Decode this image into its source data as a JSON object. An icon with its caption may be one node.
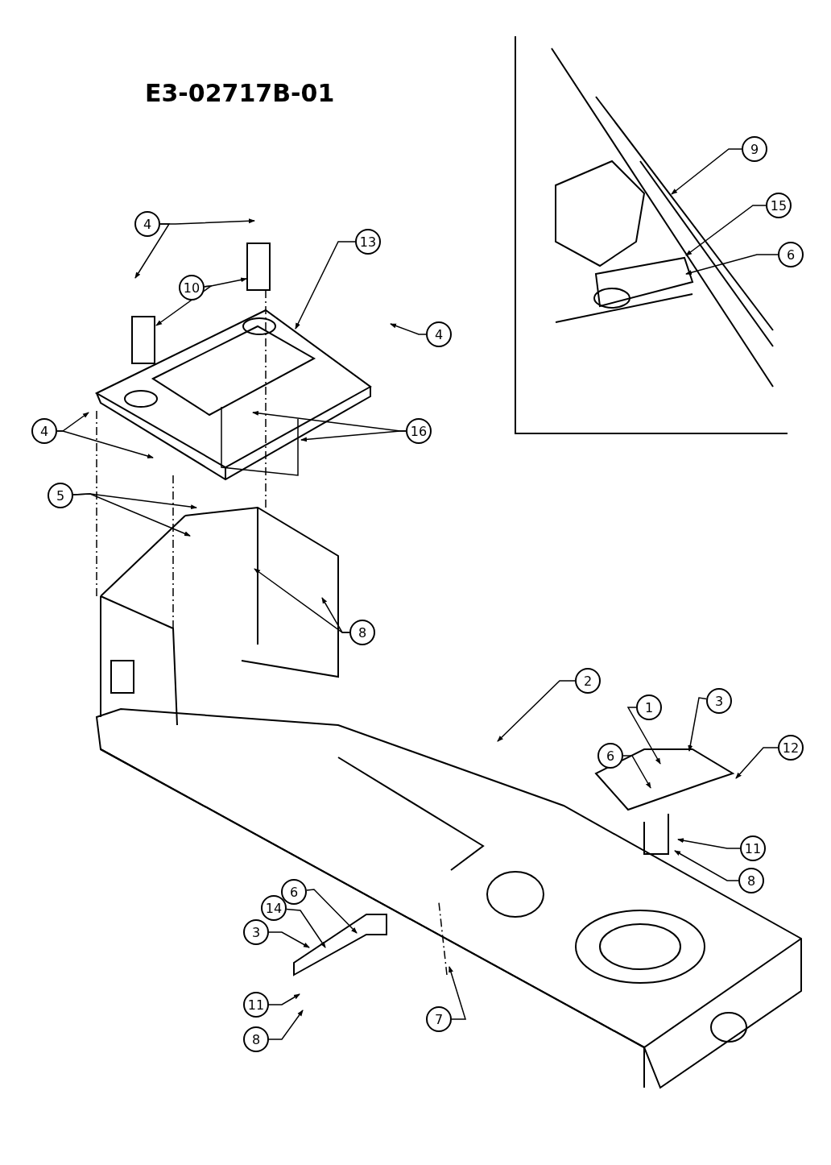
{
  "diagram": {
    "title": "E3-02717B-01",
    "nodes": [
      {
        "text": [
          "4"
        ]
      },
      {
        "text": [
          "13"
        ]
      },
      {
        "text": [
          "10"
        ]
      },
      {
        "text": [
          "4"
        ]
      },
      {
        "text": [
          "4"
        ]
      },
      {
        "text": [
          "16"
        ]
      },
      {
        "text": [
          "5"
        ]
      },
      {
        "text": [
          "8"
        ]
      },
      {
        "text": [
          "2"
        ]
      },
      {
        "text": [
          "1"
        ]
      },
      {
        "text": [
          "3"
        ]
      },
      {
        "text": [
          "12"
        ]
      },
      {
        "text": [
          "6"
        ]
      },
      {
        "text": [
          "11"
        ]
      },
      {
        "text": [
          "8"
        ]
      },
      {
        "text": [
          "6"
        ]
      },
      {
        "text": [
          "14"
        ]
      },
      {
        "text": [
          "3"
        ]
      },
      {
        "text": [
          "11"
        ]
      },
      {
        "text": [
          "8"
        ]
      },
      {
        "text": [
          "7"
        ]
      },
      {
        "text": [
          "9"
        ]
      },
      {
        "text": [
          "15"
        ]
      },
      {
        "text": [
          "6"
        ]
      }
    ],
    "edges": [
      {
        "from": 0,
        "to": null,
        "arrow": "to"
      },
      {
        "from": 0,
        "to": null,
        "arrow": "to"
      },
      {
        "from": 1,
        "to": null,
        "arrow": "to"
      },
      {
        "from": 2,
        "to": null,
        "arrow": "to"
      },
      {
        "from": 2,
        "to": null,
        "arrow": "to"
      },
      {
        "from": 3,
        "to": null,
        "arrow": "to"
      },
      {
        "from": 4,
        "to": null,
        "arrow": "to"
      },
      {
        "from": 4,
        "to": null,
        "arrow": "to"
      },
      {
        "from": 5,
        "to": null,
        "arrow": "to"
      },
      {
        "from": 5,
        "to": null,
        "arrow": "to"
      },
      {
        "from": 6,
        "to": null,
        "arrow": "to"
      },
      {
        "from": 6,
        "to": null,
        "arrow": "to"
      },
      {
        "from": 7,
        "to": null,
        "arrow": "to"
      },
      {
        "from": 7,
        "to": null,
        "arrow": "to"
      },
      {
        "from": 8,
        "to": null,
        "arrow": "to"
      },
      {
        "from": 9,
        "to": null,
        "arrow": "to"
      },
      {
        "from": 10,
        "to": null,
        "arrow": "to"
      },
      {
        "from": 11,
        "to": null,
        "arrow": "to"
      },
      {
        "from": 12,
        "to": null,
        "arrow": "to"
      },
      {
        "from": 13,
        "to": null,
        "arrow": "to"
      },
      {
        "from": 14,
        "to": null,
        "arrow": "to"
      },
      {
        "from": 15,
        "to": null,
        "arrow": "to"
      },
      {
        "from": 16,
        "to": null,
        "arrow": "to"
      },
      {
        "from": 17,
        "to": null,
        "arrow": "to"
      },
      {
        "from": 18,
        "to": null,
        "arrow": "to"
      },
      {
        "from": 19,
        "to": null,
        "arrow": "to"
      },
      {
        "from": 20,
        "to": null,
        "arrow": "to"
      },
      {
        "from": 21,
        "to": null,
        "arrow": "to"
      },
      {
        "from": 22,
        "to": null,
        "arrow": "to"
      },
      {
        "from": 23,
        "to": null,
        "arrow": "to"
      }
    ]
  }
}
